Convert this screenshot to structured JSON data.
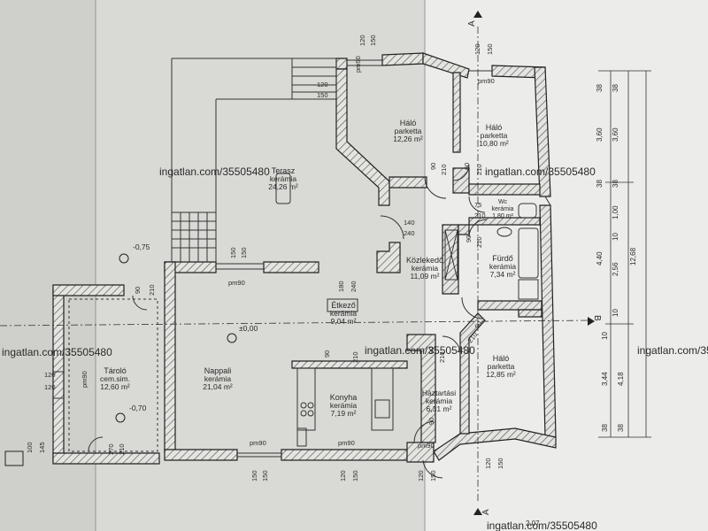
{
  "rooms": {
    "halo1": {
      "name": "Háló",
      "floor": "parketta",
      "area": "12,26 m²"
    },
    "halo2": {
      "name": "Háló",
      "floor": "parketta",
      "area": "10,80 m²"
    },
    "terasz": {
      "name": "Terasz",
      "floor": "kerámia",
      "area": "24,26 m²"
    },
    "wc": {
      "name": "Wc",
      "floor": "kerámia",
      "area": "1,80 m²"
    },
    "furdo": {
      "name": "Fürdő",
      "floor": "kerámia",
      "area": "7,34 m²"
    },
    "kozlekedo": {
      "name": "Közlekedő",
      "floor": "kerámia",
      "area": "11,09 m²"
    },
    "etkezo": {
      "name": "Étkező",
      "floor": "kerámia",
      "area": "9,04 m²"
    },
    "nappali": {
      "name": "Nappali",
      "floor": "kerámia",
      "area": "21,04 m²"
    },
    "konyha": {
      "name": "Konyha",
      "floor": "kerámia",
      "area": "7,19 m²"
    },
    "haztartasi": {
      "name": "Háztartási",
      "floor": "kerámia",
      "area": "6,31 m²"
    },
    "halo3": {
      "name": "Háló",
      "floor": "parketta",
      "area": "12,85 m²"
    },
    "tarolo": {
      "name": "Tároló",
      "floor": "cem.sim.",
      "area": "12,60 m²"
    }
  },
  "levels": {
    "terrace": "-0,75",
    "floor": "±0,00",
    "storage": "-0,70"
  },
  "section_marks": {
    "a": "A",
    "b": "B"
  },
  "watermark": "ingatlan.com/35505480",
  "wall_tag": "pm90",
  "openings": {
    "o120": "120",
    "o150": "150",
    "o140": "140",
    "o240": "240",
    "o180": "180",
    "o90": "90",
    "o210": "210",
    "o75": "75",
    "o100": "100",
    "o145": "145",
    "o270": "270",
    "o60": "60"
  },
  "dimensions": {
    "d38": "38",
    "d360": "3,60",
    "d440": "4,40",
    "d1268": "12,68",
    "d100": "1,00",
    "d256": "2,56",
    "d10": "10",
    "d344": "3,44",
    "d418": "4,18",
    "d207": "2,07"
  }
}
